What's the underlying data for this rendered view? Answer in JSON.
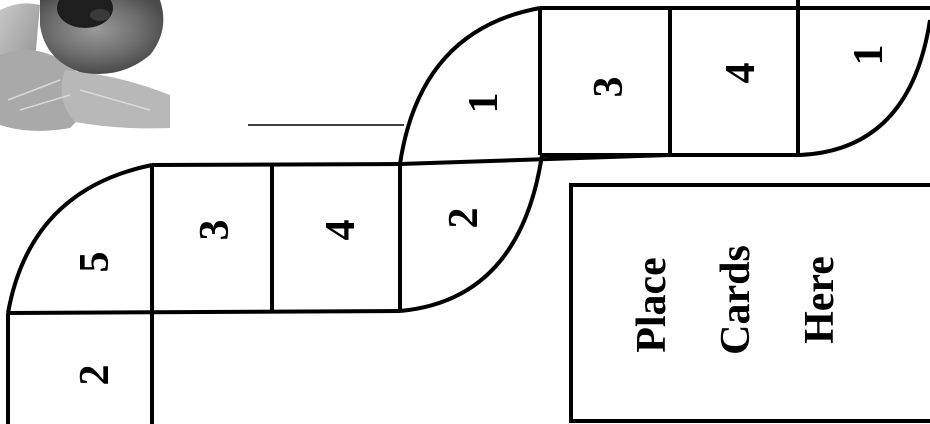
{
  "board": {
    "spaces": [
      {
        "id": "s1",
        "value": "2"
      },
      {
        "id": "s2",
        "value": "5"
      },
      {
        "id": "s3",
        "value": "3"
      },
      {
        "id": "s4",
        "value": "4"
      },
      {
        "id": "s5",
        "value": "2"
      },
      {
        "id": "s6",
        "value": "1"
      },
      {
        "id": "s7",
        "value": "3"
      },
      {
        "id": "s8",
        "value": "4"
      },
      {
        "id": "s9",
        "value": "1"
      }
    ],
    "card_area": {
      "line1": "Place",
      "line2": "Cards",
      "line3": "Here"
    }
  },
  "decoration": {
    "image": "blueberry-photo",
    "pointer": "pointer-line"
  }
}
